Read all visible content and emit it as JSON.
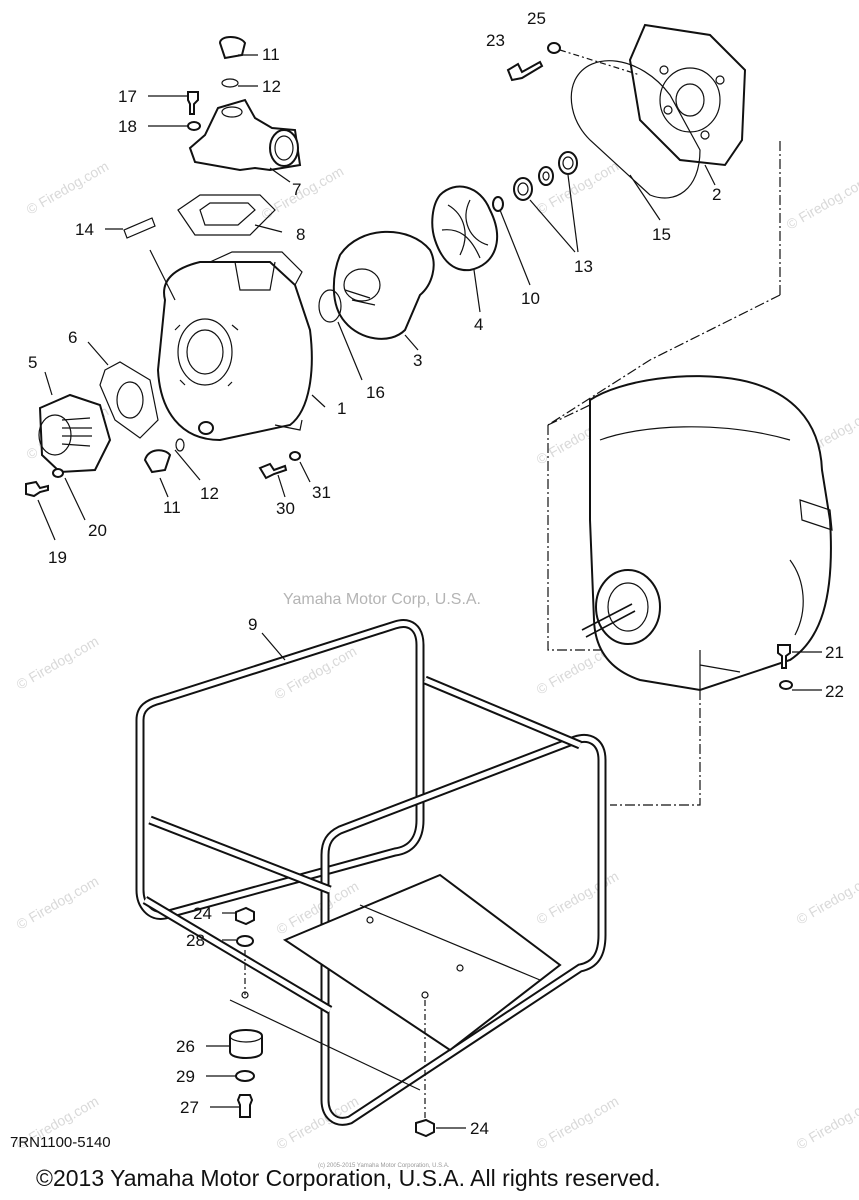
{
  "diagram": {
    "watermark_text": "© Firedog.com",
    "credit": "Yamaha Motor Corp, U.S.A.",
    "drawing_code": "7RN1100-5140",
    "copyright": "©2013 Yamaha Motor Corporation, U.S.A. All rights reserved.",
    "tiny_copyright": "(c) 2005-2015 Yamaha Motor Corporation, U.S.A.",
    "callouts": {
      "c1": "1",
      "c2": "2",
      "c3": "3",
      "c4": "4",
      "c5": "5",
      "c6": "6",
      "c7": "7",
      "c8": "8",
      "c9": "9",
      "c10": "10",
      "c11a": "11",
      "c11b": "11",
      "c12a": "12",
      "c12b": "12",
      "c13": "13",
      "c14": "14",
      "c15": "15",
      "c16": "16",
      "c17": "17",
      "c18": "18",
      "c19": "19",
      "c20": "20",
      "c21": "21",
      "c22": "22",
      "c23": "23",
      "c24a": "24",
      "c24b": "24",
      "c25": "25",
      "c26": "26",
      "c27": "27",
      "c28": "28",
      "c29": "29",
      "c30": "30",
      "c31": "31"
    }
  }
}
